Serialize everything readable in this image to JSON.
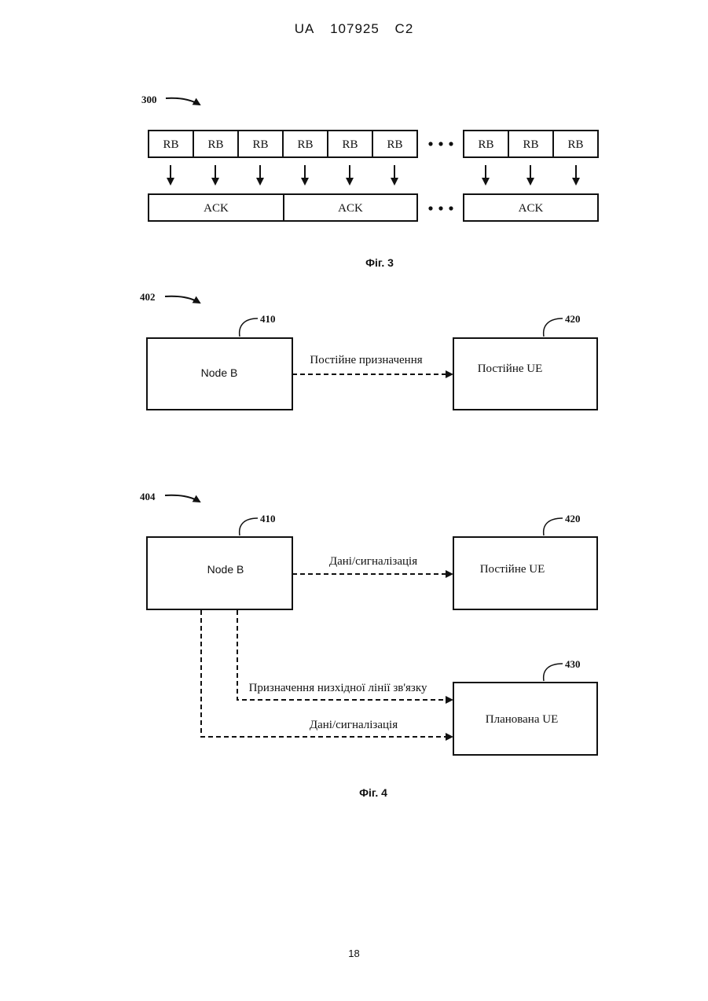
{
  "header": {
    "country": "UA",
    "number": "107925",
    "kind": "C2"
  },
  "fig3": {
    "ref": "300",
    "rb_label": "RB",
    "ack_label": "ACK",
    "caption": "Фіг. 3"
  },
  "fig4a": {
    "ref": "402",
    "nodeb": {
      "ref": "410",
      "label": "Node B"
    },
    "ue": {
      "ref": "420",
      "label": "Постійне UE"
    },
    "arrow_label": "Постійне призначення"
  },
  "fig4b": {
    "ref": "404",
    "nodeb": {
      "ref": "410",
      "label": "Node B"
    },
    "ue": {
      "ref": "420",
      "label": "Постійне UE"
    },
    "ue2": {
      "ref": "430",
      "label": "Планована UE"
    },
    "arrow1_label": "Дані/сигналізація",
    "arrow2_label": "Призначення низхідної лінії зв'язку",
    "arrow3_label": "Дані/сигналізація",
    "caption": "Фіг. 4"
  },
  "page_number": "18"
}
